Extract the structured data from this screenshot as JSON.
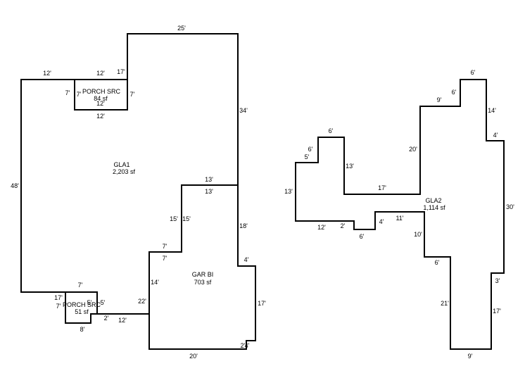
{
  "areas": {
    "gla1": {
      "name": "GLA1",
      "area": "2,203 sf"
    },
    "porch_top": {
      "name": "PORCH SRC",
      "area": "84 sf"
    },
    "porch_bottom": {
      "name": "PORCH SRC",
      "area": "51 sf"
    },
    "garage": {
      "name": "GAR BI",
      "area": "703 sf"
    },
    "gla2": {
      "name": "GLA2",
      "area": "1,114 sf"
    }
  },
  "dimensions": {
    "gla1": [
      "25'",
      "34'",
      "13'",
      "15'",
      "7'",
      "22'",
      "12'",
      "2'",
      "5'",
      "7'",
      "17'",
      "48'",
      "12'",
      "12'",
      "17'"
    ],
    "porch_top": [
      "12'",
      "7'",
      "12'",
      "7'"
    ],
    "porch_bottom": [
      "7'",
      "7'",
      "8'",
      "5'"
    ],
    "garage": [
      "13'",
      "18'",
      "4'",
      "17'",
      "2'",
      "4'",
      "20'",
      "14'",
      "7'",
      "15'"
    ],
    "gla2": [
      "6'",
      "14'",
      "4'",
      "30'",
      "3'",
      "17'",
      "9'",
      "21'",
      "6'",
      "10'",
      "11'",
      "4'",
      "6'",
      "2'",
      "12'",
      "13'",
      "5'",
      "6'",
      "6'",
      "13'",
      "17'",
      "20'",
      "9'",
      "6'"
    ]
  }
}
